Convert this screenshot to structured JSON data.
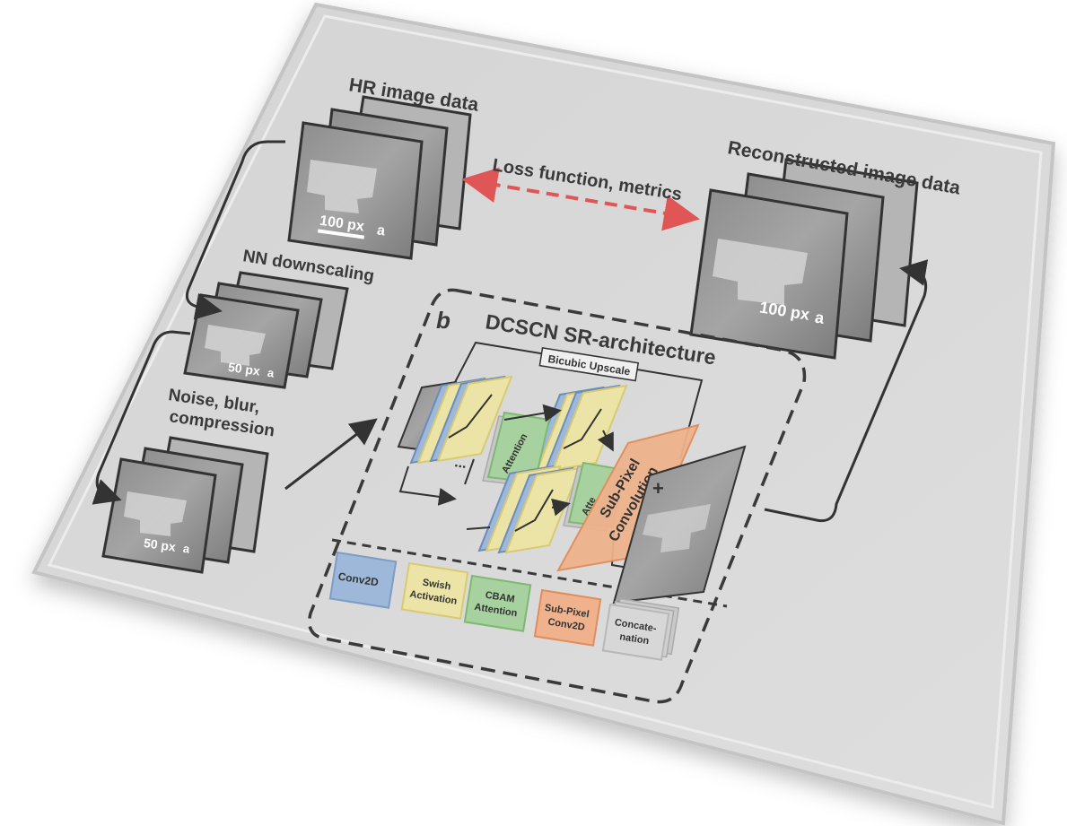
{
  "labels": {
    "hr": "HR image data",
    "nn": "NN downscaling",
    "noise1": "Noise, blur,",
    "noise2": "compression",
    "recon": "Reconstructed image data",
    "loss": "Loss function, metrics",
    "panel_letter": "b",
    "arch": "DCSCN SR-architecture",
    "bicubic": "Bicubic Upscale",
    "attention": "Attention",
    "attention_cut": "Atte",
    "subpixel1": "Sub-Pixel",
    "subpixel2": "Convolution",
    "plus": "+",
    "dots": "..."
  },
  "scale_bars": {
    "hr": "100 px",
    "nn": "50 px",
    "noise": "50 px",
    "recon": "100 px"
  },
  "panel_letter_small": "a",
  "legend": [
    {
      "line1": "Conv2D",
      "line2": "",
      "color": "#9db8d8",
      "border": "#7d9cc6"
    },
    {
      "line1": "Swish",
      "line2": "Activation",
      "color": "#ece4a6",
      "border": "#d8ca73"
    },
    {
      "line1": "CBAM",
      "line2": "Attention",
      "color": "#a7d19e",
      "border": "#7fb873"
    },
    {
      "line1": "Sub-Pixel",
      "line2": "Conv2D",
      "color": "#efb28d",
      "border": "#e08d5c"
    },
    {
      "line1": "Concate-",
      "line2": "nation",
      "color": "#d7d7d7",
      "border": "#b8b8b8"
    }
  ],
  "colors": {
    "board": "#d9d9d9",
    "loss_arrow": "#e05555",
    "frame": "#333333"
  }
}
